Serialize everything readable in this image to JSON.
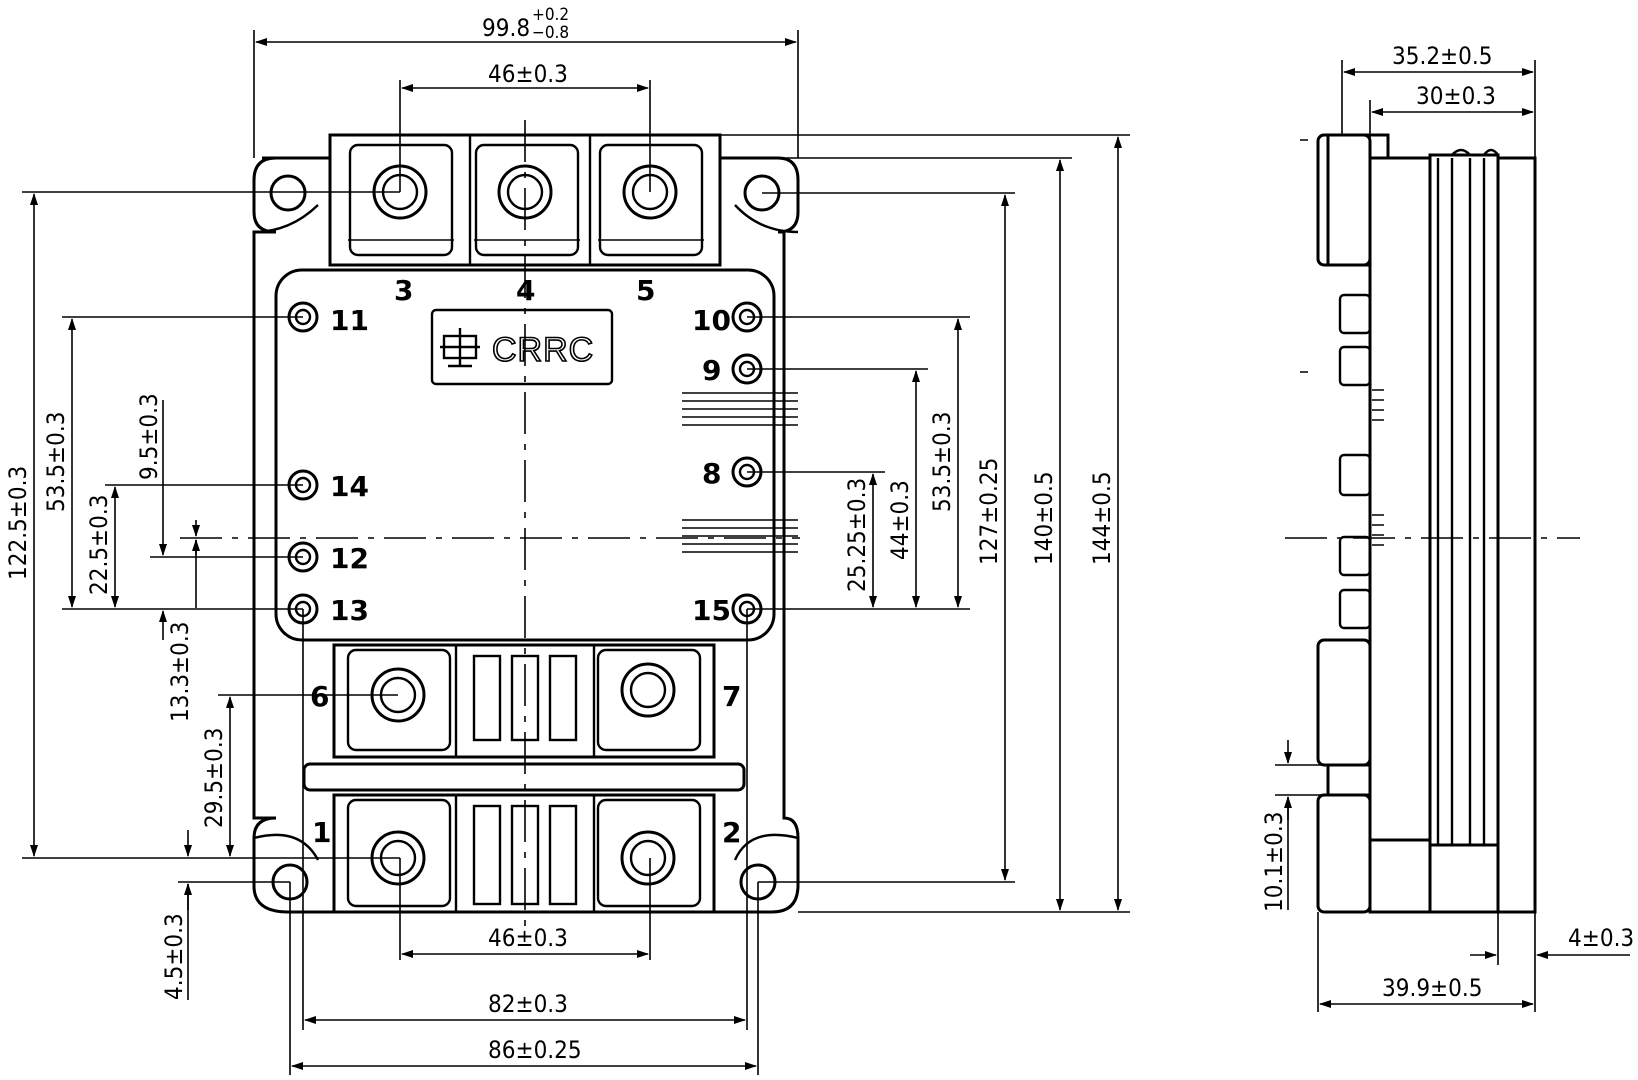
{
  "brand": {
    "logo_text": "CRRC"
  },
  "pins": {
    "p1": "1",
    "p2": "2",
    "p3": "3",
    "p4": "4",
    "p5": "5",
    "p6": "6",
    "p7": "7",
    "p8": "8",
    "p9": "9",
    "p10": "10",
    "p11": "11",
    "p12": "12",
    "p13": "13",
    "p14": "14",
    "p15": "15"
  },
  "dimensions": {
    "overall_width": "99.8",
    "overall_width_tol_upper": "+0.2",
    "overall_width_tol_lower": "−0.8",
    "top_terminal_pitch": "46±0.3",
    "bottom_terminal_pitch": "46±0.3",
    "mount_hole_pitch": "82±0.3",
    "base_width": "86±0.25",
    "height_144": "144±0.5",
    "height_140": "140±0.5",
    "height_127": "127±0.25",
    "aux_535_right": "53.5±0.3",
    "aux_44": "44±0.3",
    "aux_2525": "25.25±0.3",
    "left_1225": "122.5±0.3",
    "left_535": "53.5±0.3",
    "left_225": "22.5±0.3",
    "left_95": "9.5±0.3",
    "left_133": "13.3±0.3",
    "left_295": "29.5±0.3",
    "left_45": "4.5±0.3",
    "side_352": "35.2±0.5",
    "side_30": "30±0.3",
    "side_101": "10.1±0.3",
    "side_4": "4±0.3",
    "side_399": "39.9±0.5"
  }
}
